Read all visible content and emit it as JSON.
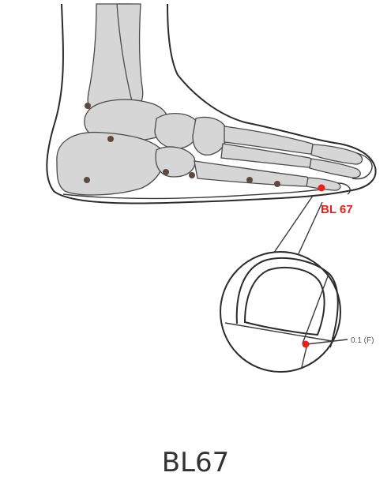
{
  "point_label": "BL 67",
  "measurement_label": "0.1 (F)",
  "caption": "BL67",
  "colors": {
    "acupoint": "#e8201c",
    "landmark": "#5b4a44",
    "bone_fill": "#d6d6d6",
    "outline": "#2b2b2b"
  }
}
